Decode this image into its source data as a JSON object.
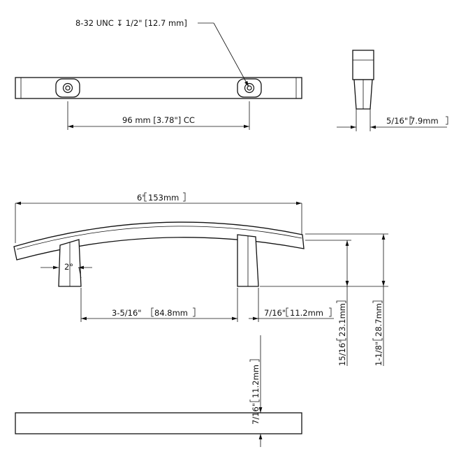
{
  "thread_callout": "8-32 UNC ↧ 1/2\" [12.7 mm]",
  "cc_spacing": "96 mm [3.78\"] CC",
  "post_width_imp": "5/16\"",
  "post_width_met": "7.9mm",
  "overall_length_imp": "6\"",
  "overall_length_met": "153mm",
  "post_angle": "2°",
  "inner_span_imp": "3-5/16\"",
  "inner_span_met": "84.8mm",
  "post_base_imp": "7/16\"",
  "post_base_met": "11.2mm",
  "clearance_imp": "15/16\"",
  "clearance_met": "23.1mm",
  "projection_imp": "1-1/8\"",
  "projection_met": "28.7mm",
  "thickness_imp": "7/16\"",
  "thickness_met": "11.2mm"
}
